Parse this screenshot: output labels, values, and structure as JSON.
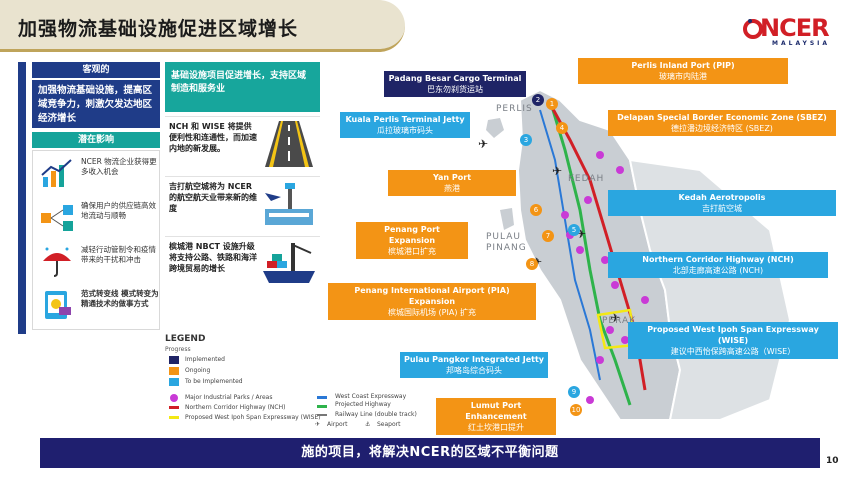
{
  "header": {
    "title": "加强物流基础设施促进区域增长",
    "logo_word": "NCER",
    "logo_sub": "MALAYSIA"
  },
  "objective": {
    "heading": "客观的",
    "body": "加强物流基础设施，提高区域竞争力，刺激欠发达地区经济增长"
  },
  "impact": {
    "heading": "潜在影响",
    "items": [
      {
        "text": "NCER 物流企业获得更多收入机会",
        "icon": "growth-chart-icon"
      },
      {
        "text": "确保用户的供应链高效地流动与顺畅",
        "icon": "supply-chain-icon"
      },
      {
        "text": "减轻行动管制令和疫情带来的干扰和冲击",
        "icon": "umbrella-icon"
      },
      {
        "text": "范式转变线 模式转变为精通技术的做事方式",
        "icon": "tablet-icon"
      }
    ]
  },
  "middle": {
    "top_text": "基础设施项目促进增长，支持区域制造和服务业",
    "rows": [
      {
        "text": "NCH 和 WISE 将提供便利性和连通性，而加速内地的新发展。",
        "icon": "highway-icon"
      },
      {
        "text": "吉打航空城将为 NCER 的航空航天业带来新的维度",
        "icon": "airport-icon"
      },
      {
        "text": "槟城港 NBCT 设施升级将支持公路、铁路和海洋跨境贸易的增长",
        "icon": "port-icon"
      }
    ]
  },
  "legend": {
    "title": "LEGEND",
    "progress_label": "Progress",
    "status": [
      {
        "label": "Implemented",
        "color": "#1f2466"
      },
      {
        "label": "Ongoing",
        "color": "#f39415"
      },
      {
        "label": "To be Implemented",
        "color": "#2aa6e0"
      }
    ],
    "items": [
      {
        "label": "Major Industrial Parks / Areas"
      },
      {
        "label": "Northern Corridor Highway (NCH)"
      },
      {
        "label": "Proposed West Ipoh Span Expressway (WISE)"
      }
    ],
    "right_items": [
      {
        "label": "West Coast Expressway"
      },
      {
        "label": "Projected Highway"
      },
      {
        "label": "Railway Line (double track)"
      },
      {
        "label": "Airport"
      },
      {
        "label": "Seaport"
      }
    ]
  },
  "callouts": [
    {
      "id": "padang-besar",
      "en": "Padang Besar Cargo Terminal",
      "zh": "巴东勿刹货运站",
      "status": "navy"
    },
    {
      "id": "perlis-inland",
      "en": "Perlis Inland Port (PIP)",
      "zh": "玻璃市内陆港",
      "status": "orange"
    },
    {
      "id": "kuala-perlis",
      "en": "Kuala Perlis Terminal Jetty",
      "zh": "瓜拉玻璃市码头",
      "status": "blue"
    },
    {
      "id": "delapan",
      "en": "Delapan Special Border Economic Zone (SBEZ)",
      "zh": "德拉潘边境经济特区 (SBEZ)",
      "status": "orange"
    },
    {
      "id": "yan-port",
      "en": "Yan Port",
      "zh": "燕港",
      "status": "orange"
    },
    {
      "id": "kedah-aero",
      "en": "Kedah Aerotropolis",
      "zh": "吉打航空城",
      "status": "blue"
    },
    {
      "id": "penang-port",
      "en": "Penang Port Expansion",
      "zh": "槟城港口扩充",
      "status": "orange"
    },
    {
      "id": "nch",
      "en": "Northern Corridor Highway (NCH)",
      "zh": "北部走廊高速公路 (NCH)",
      "status": "blue"
    },
    {
      "id": "pia",
      "en": "Penang  International Airport (PIA) Expansion",
      "zh": "槟城国际机场 (PIA) 扩充",
      "status": "orange"
    },
    {
      "id": "wise",
      "en": "Proposed West Ipoh Span Expressway (WISE)",
      "zh": "建议中西怡保跨高速公路（WISE）",
      "status": "blue"
    },
    {
      "id": "pangkor",
      "en": "Pulau Pangkor Integrated Jetty",
      "zh": "邦咯岛综合码头",
      "status": "blue"
    },
    {
      "id": "lumut",
      "en": "Lumut Port Enhancement",
      "zh": "红土坎港口提升",
      "status": "orange"
    }
  ],
  "regions": [
    "PERLIS",
    "KEDAH",
    "PULAU",
    "PINANG",
    "PERAK"
  ],
  "markers": [
    "1",
    "2",
    "3",
    "4",
    "5",
    "6",
    "7",
    "8",
    "9",
    "10"
  ],
  "footer": {
    "banner": "施的项目，将解决NCER的区域不平衡问题",
    "page_number": "10"
  }
}
